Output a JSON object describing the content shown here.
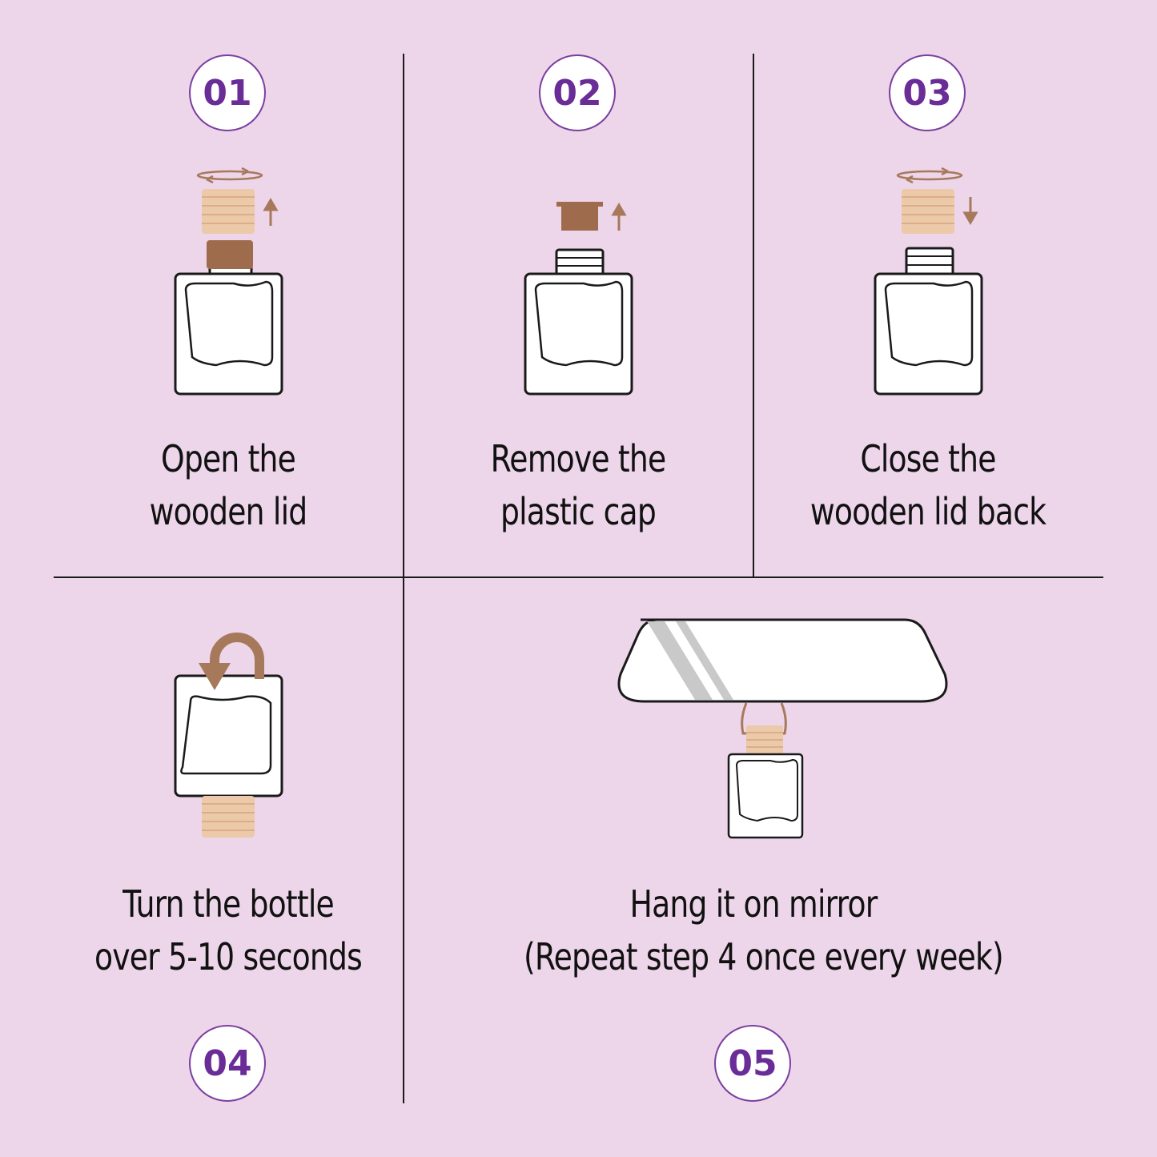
{
  "steps": [
    {
      "number": "01",
      "line1": "Open the",
      "line2": "wooden lid"
    },
    {
      "number": "02",
      "line1": "Remove the",
      "line2": "plastic cap"
    },
    {
      "number": "03",
      "line1": "Close the",
      "line2": "wooden lid back"
    },
    {
      "number": "04",
      "line1": "Turn the bottle",
      "line2": "over 5-10 seconds"
    },
    {
      "number": "05",
      "line1": "Hang it on mirror",
      "line2": "(Repeat step 4 once every week)"
    }
  ],
  "icons": [
    "rotate-arrow-icon",
    "arrow-up-icon",
    "arrow-down-icon",
    "flip-arrow-icon",
    "bottle-icon",
    "wooden-lid-icon",
    "plastic-cap-icon",
    "rearview-mirror-icon"
  ],
  "colors": {
    "background": "#edd5ea",
    "accent": "#6a2c96",
    "wood": "#ecc9a9",
    "cap": "#9e6b4c",
    "arrow": "#a7795b"
  }
}
